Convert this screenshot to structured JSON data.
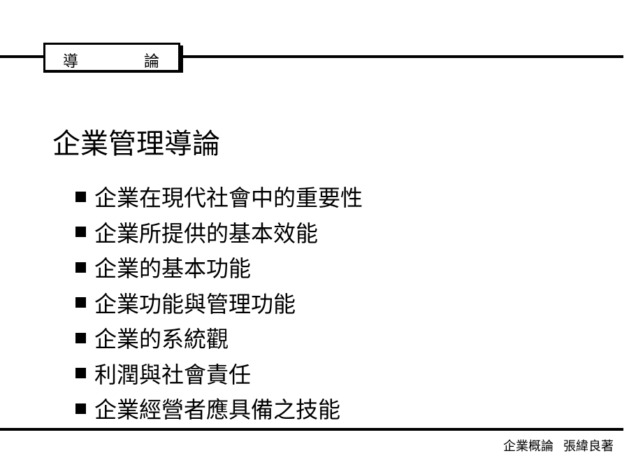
{
  "header": {
    "left_char": "導",
    "right_char": "論"
  },
  "title": "企業管理導論",
  "bullets": [
    "企業在現代社會中的重要性",
    "企業所提供的基本效能",
    "企業的基本功能",
    "企業功能與管理功能",
    "企業的系統觀",
    "利潤與社會責任",
    "企業經營者應具備之技能"
  ],
  "footer": {
    "course": "企業概論",
    "author": "張緯良著"
  }
}
